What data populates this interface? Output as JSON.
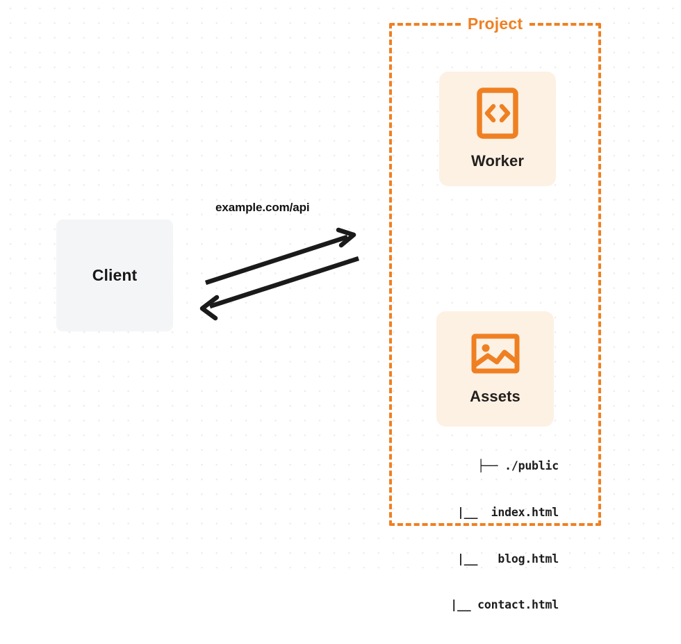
{
  "diagram": {
    "title": "Client to Project (Worker + Assets) request flow",
    "background": {
      "color": "#ffffff",
      "dot_color": "#ebebeb"
    },
    "colors": {
      "accent_orange": "#ef8022",
      "card_background": "#fdf1e4",
      "client_background": "#f4f5f7",
      "text_dark": "#181818",
      "arrow": "#1a1a1a"
    },
    "client": {
      "label": "Client"
    },
    "group": {
      "label": "Project",
      "border_style": "dashed",
      "border_color": "#ef8022"
    },
    "nodes": [
      {
        "id": "worker",
        "label": "Worker",
        "icon": "code-brackets-icon"
      },
      {
        "id": "assets",
        "label": "Assets",
        "icon": "image-icon"
      }
    ],
    "edge": {
      "label": "example.com/api",
      "direction": "bidirectional",
      "from": "Client",
      "to": "Project"
    },
    "file_tree": {
      "lines": [
        "├── ./public",
        "   |__  index.html",
        "   |__   blog.html",
        "   |__ contact.html"
      ]
    }
  }
}
